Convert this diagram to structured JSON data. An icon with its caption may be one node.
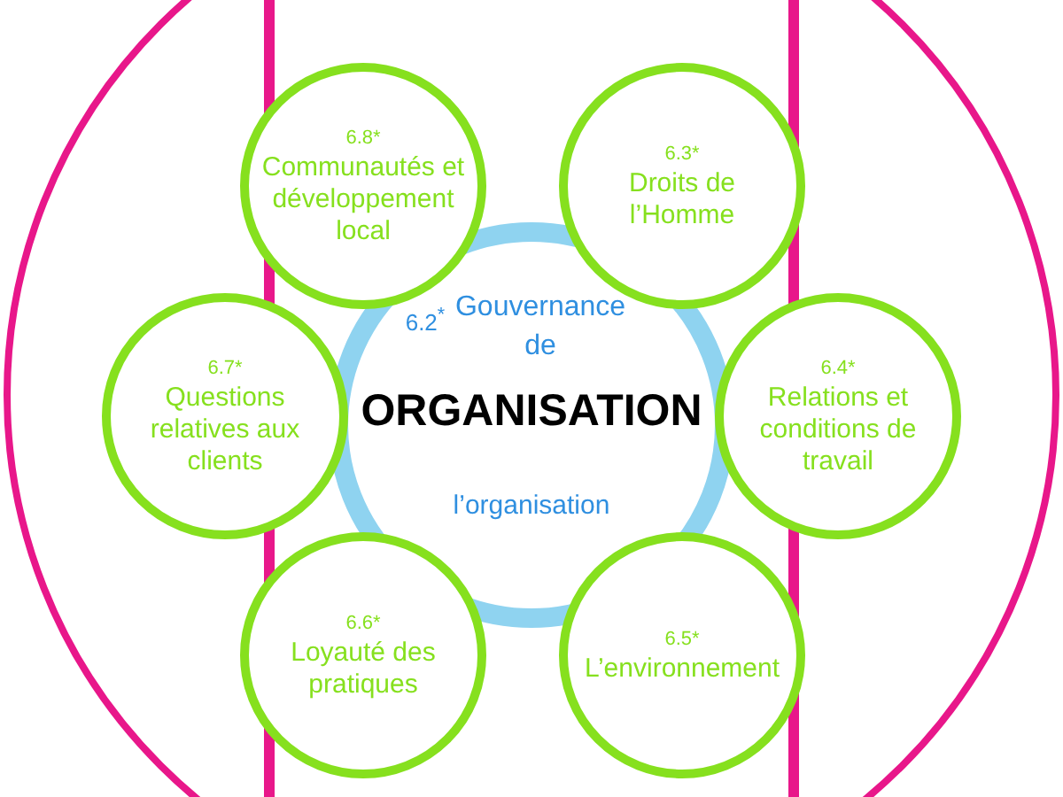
{
  "diagram": {
    "nodes": [
      {
        "text": [],
        "shape": "circle"
      },
      {
        "text": [
          "6.2$^{*}$",
          "Gouvernance de",
          "ORGANISATION",
          "l’organisation"
        ],
        "in": 0
      },
      {
        "text": [
          "6.8*",
          "Communautés et développement local"
        ],
        "in": 0
      },
      {
        "text": [
          "6.3*",
          "Droits de l’Homme"
        ],
        "in": 0
      },
      {
        "text": [
          "6.7*",
          "Questions relatives aux clients"
        ],
        "in": 0
      },
      {
        "text": [
          "6.4*",
          "Relations et conditions de travail"
        ],
        "in": 0
      },
      {
        "text": [
          "6.6*",
          "Loyauté des pratiques"
        ],
        "in": 0
      },
      {
        "text": [
          "6.5*",
          "L’environnement"
        ],
        "in": 0
      }
    ],
    "edges": []
  }
}
